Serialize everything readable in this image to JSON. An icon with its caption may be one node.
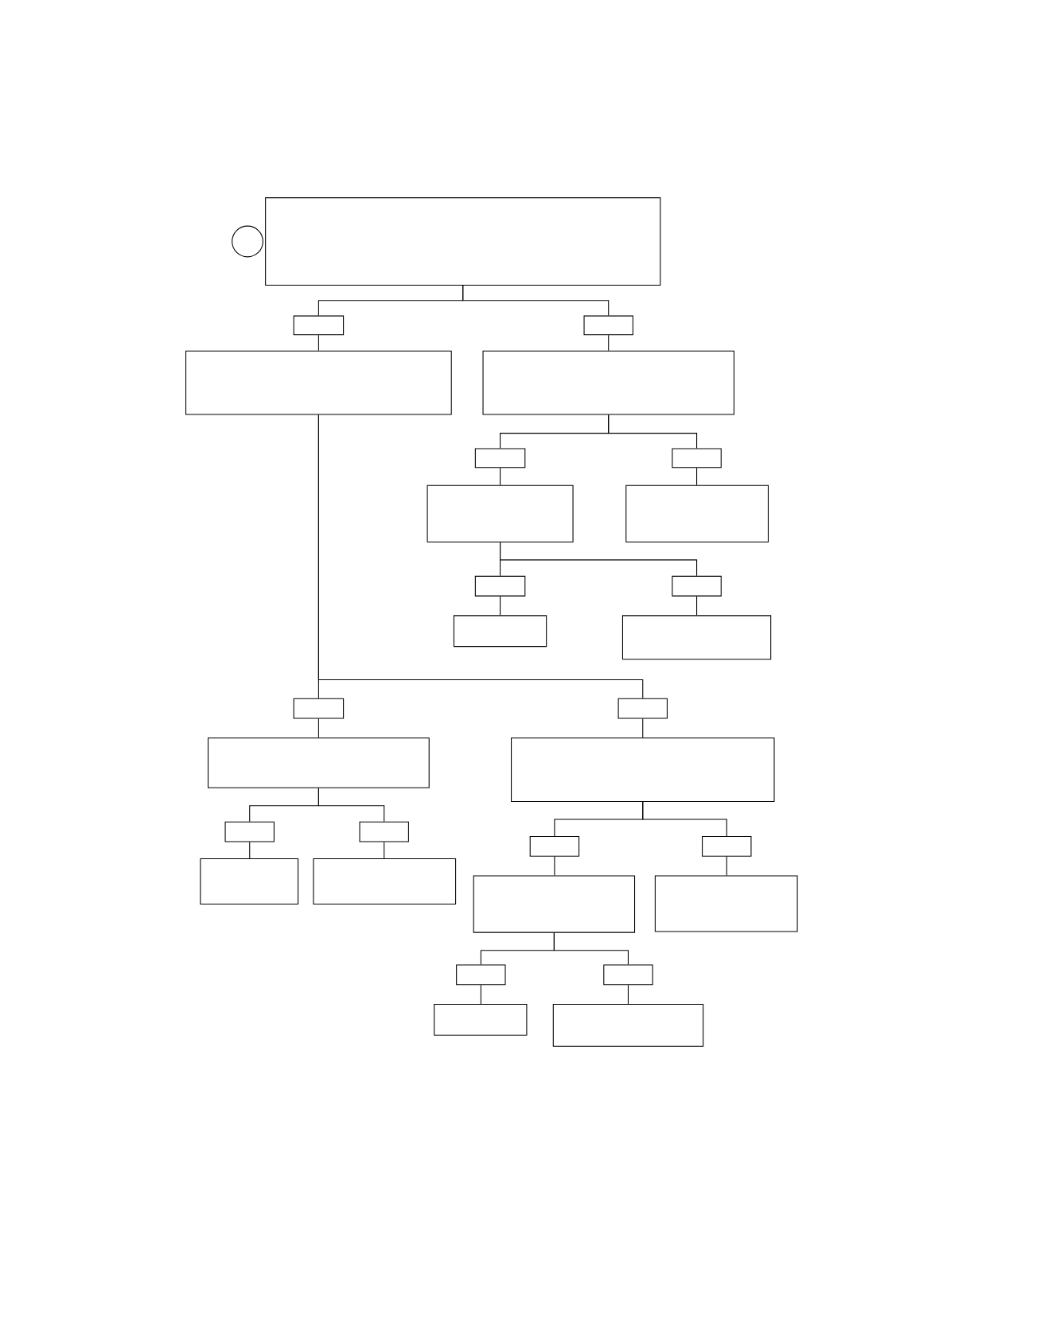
{
  "diagram": {
    "nodes": [
      {
        "text": [],
        "shape": "circle"
      },
      {
        "text": [],
        "shape": "box"
      },
      {
        "text": [],
        "shape": "box"
      },
      {
        "text": [],
        "shape": "box"
      },
      {
        "text": [],
        "shape": "box"
      },
      {
        "text": [],
        "shape": "box"
      },
      {
        "text": [],
        "shape": "box"
      },
      {
        "text": [],
        "shape": "box"
      },
      {
        "text": [],
        "shape": "box"
      },
      {
        "text": [],
        "shape": "box"
      },
      {
        "text": [],
        "shape": "box"
      },
      {
        "text": [],
        "shape": "box"
      },
      {
        "text": [],
        "shape": "box"
      },
      {
        "text": [],
        "shape": "box"
      },
      {
        "text": [],
        "shape": "box"
      },
      {
        "text": [],
        "shape": "box"
      },
      {
        "text": [],
        "shape": "box"
      },
      {
        "text": [],
        "shape": "box"
      },
      {
        "text": [],
        "shape": "box"
      },
      {
        "text": [],
        "shape": "box"
      },
      {
        "text": [],
        "shape": "box"
      },
      {
        "text": [],
        "shape": "box"
      },
      {
        "text": [],
        "shape": "box"
      },
      {
        "text": [],
        "shape": "box"
      },
      {
        "text": [],
        "shape": "box"
      },
      {
        "text": [],
        "shape": "box"
      },
      {
        "text": [],
        "shape": "box"
      },
      {
        "text": [],
        "shape": "box"
      },
      {
        "text": [],
        "shape": "box"
      },
      {
        "text": [],
        "shape": "box"
      }
    ],
    "edges": [
      {
        "from": 1,
        "to": 2,
        "arrow": "none"
      },
      {
        "from": 1,
        "to": 3,
        "arrow": "none"
      },
      {
        "from": 2,
        "to": 4,
        "arrow": "none"
      },
      {
        "from": 3,
        "to": 5,
        "arrow": "none"
      },
      {
        "from": 5,
        "to": 6,
        "arrow": "none"
      },
      {
        "from": 5,
        "to": 7,
        "arrow": "none"
      },
      {
        "from": 6,
        "to": 8,
        "arrow": "none"
      },
      {
        "from": 7,
        "to": 9,
        "arrow": "none"
      },
      {
        "from": 8,
        "to": 10,
        "arrow": "none"
      },
      {
        "from": 8,
        "to": 11,
        "arrow": "none"
      },
      {
        "from": 10,
        "to": 12,
        "arrow": "none"
      },
      {
        "from": 11,
        "to": 13,
        "arrow": "none"
      },
      {
        "from": 4,
        "to": 14,
        "arrow": "none"
      },
      {
        "from": 4,
        "to": 15,
        "arrow": "none"
      },
      {
        "from": 14,
        "to": 16,
        "arrow": "none"
      },
      {
        "from": 15,
        "to": 17,
        "arrow": "none"
      },
      {
        "from": 16,
        "to": 18,
        "arrow": "none"
      },
      {
        "from": 16,
        "to": 19,
        "arrow": "none"
      },
      {
        "from": 18,
        "to": 20,
        "arrow": "none"
      },
      {
        "from": 19,
        "to": 21,
        "arrow": "none"
      },
      {
        "from": 17,
        "to": 22,
        "arrow": "none"
      },
      {
        "from": 17,
        "to": 23,
        "arrow": "none"
      },
      {
        "from": 22,
        "to": 24,
        "arrow": "none"
      },
      {
        "from": 23,
        "to": 25,
        "arrow": "none"
      },
      {
        "from": 24,
        "to": 26,
        "arrow": "none"
      },
      {
        "from": 24,
        "to": 27,
        "arrow": "none"
      },
      {
        "from": 26,
        "to": 28,
        "arrow": "none"
      },
      {
        "from": 27,
        "to": 29,
        "arrow": "none"
      }
    ]
  }
}
